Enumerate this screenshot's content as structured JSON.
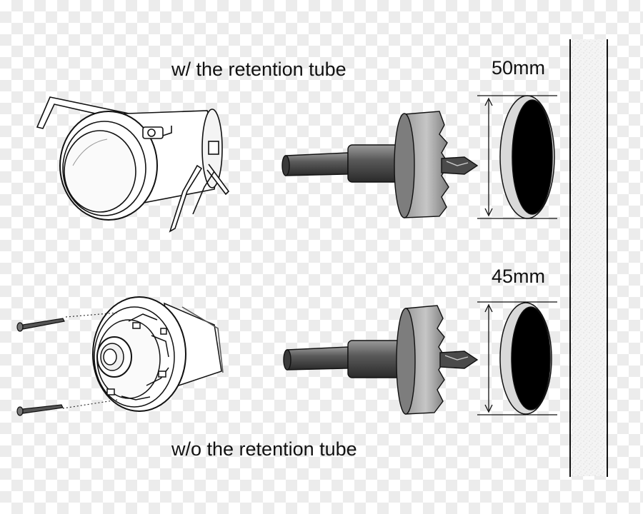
{
  "labels": {
    "with_tube": "w/ the retention tube",
    "without_tube": "w/o the retention tube"
  },
  "dimensions": {
    "top_hole": "50mm",
    "bottom_hole": "45mm"
  },
  "icons": {
    "with_tube_fixture": "downlight-with-retention-tube-icon",
    "without_tube_fixture": "downlight-without-tube-icon",
    "hole_saw": "hole-saw-drill-bit-icon",
    "wall": "wall-section-icon",
    "screw": "screw-icon"
  },
  "colors": {
    "line": "#111111",
    "metal_dark": "#4a4a4a",
    "metal_mid": "#8a8a8a",
    "metal_light": "#c8c8c8",
    "hole": "#000000"
  }
}
